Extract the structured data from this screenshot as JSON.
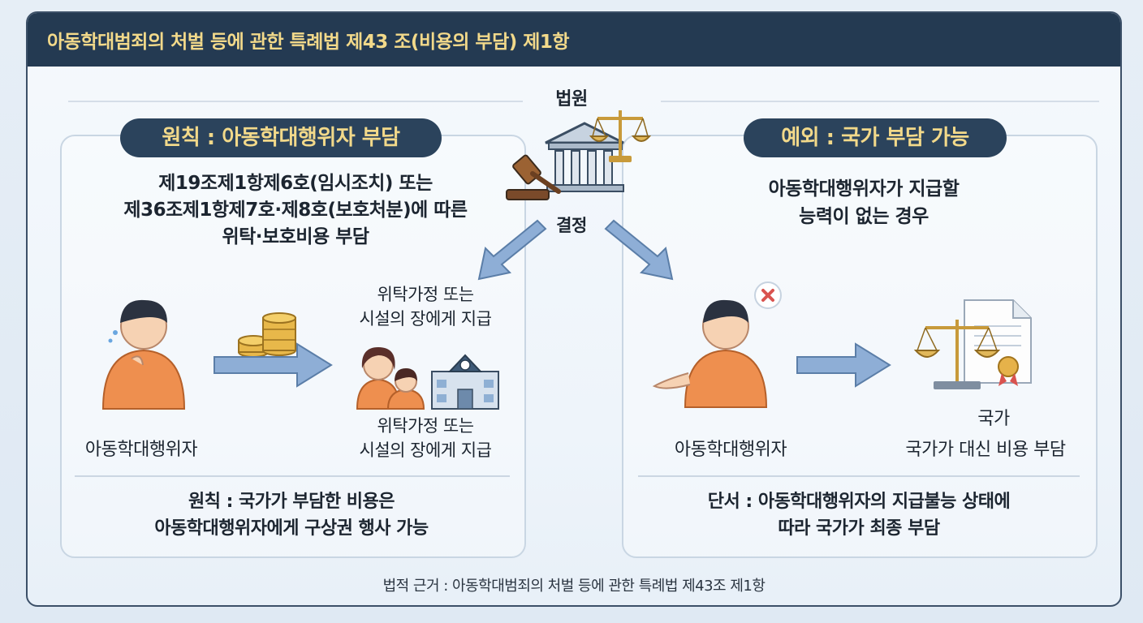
{
  "header": {
    "title": "아동학대범죄의 처벌 등에 관한 특례법 제43 조(비용의 부담) 제1항"
  },
  "center": {
    "court_label": "법원",
    "decision_label": "결정"
  },
  "left": {
    "pill": "원칙 : 아동학대행위자 부담",
    "desc": [
      "제19조제1항제6호(임시조치) 또는",
      "제36조제1항제7호·제8호(보호처분)에 따른",
      "위탁·보호비용 부담"
    ],
    "payee_top": [
      "위탁가정 또는",
      "시설의 장에게 지급"
    ],
    "perpetrator_label": "아동학대행위자",
    "payee_bottom": [
      "위탁가정 또는",
      "시설의 장에게 지급"
    ],
    "footer": [
      "원칙 : 국가가 부담한 비용은",
      "아동학대행위자에게 구상권 행사 가능"
    ]
  },
  "right": {
    "pill": "예외 : 국가 부담 가능",
    "desc": [
      "아동학대행위자가 지급할",
      "능력이 없는 경우"
    ],
    "perpetrator_label": "아동학대행위자",
    "state_label": "국가",
    "state_desc": "국가가 대신 비용 부담",
    "footer": [
      "단서 : 아동학대행위자의 지급불능 상태에",
      "따라 국가가 최종 부담"
    ]
  },
  "footnote": "법적 근거 : 아동학대범죄의 처벌 등에 관한 특례법 제43조 제1항",
  "colors": {
    "navy": "#243a52",
    "gold": "#f2d98a",
    "arrow": "#8eaed6",
    "orange": "#ee8f4f"
  }
}
